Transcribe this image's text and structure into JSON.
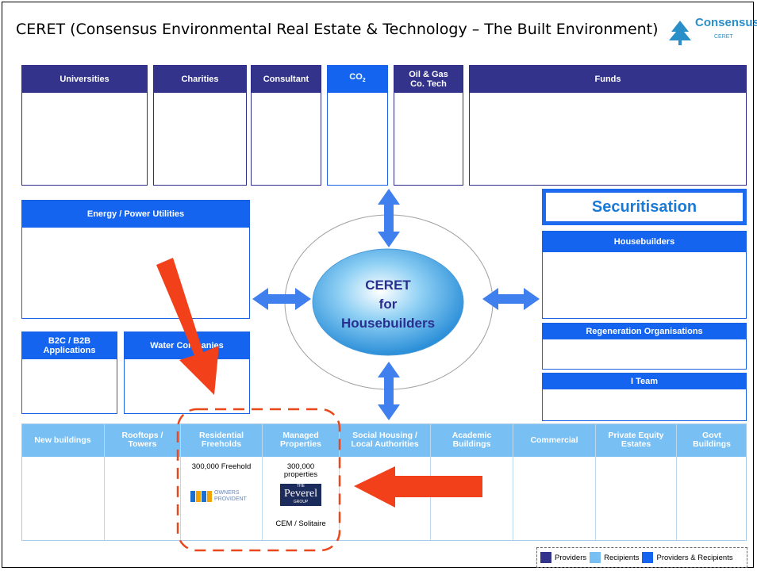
{
  "title": "CERET (Consensus Environmental Real Estate & Technology – The Built Environment)",
  "logo": {
    "name": "Consensus",
    "sub": "CERET"
  },
  "top_boxes": {
    "universities": "Universities",
    "charities": "Charities",
    "consultant": "Consultant",
    "co2_main": "CO",
    "co2_sub": "2",
    "oil_gas_line1": "Oil & Gas",
    "oil_gas_line2": "Co. Tech",
    "funds": "Funds"
  },
  "left_boxes": {
    "energy": "Energy / Power Utilities",
    "b2c_line1": "B2C  / B2B",
    "b2c_line2": "Applications",
    "water": "Water Companies"
  },
  "right_boxes": {
    "securitisation": "Securitisation",
    "housebuilders": "Housebuilders",
    "regeneration": "Regeneration Organisations",
    "iteam": "I Team"
  },
  "center": {
    "line1": "CERET",
    "line2": "for",
    "line3": "Housebuilders"
  },
  "bottom_columns": {
    "new_buildings": "New buildings",
    "rooftops_1": "Rooftops /",
    "rooftops_2": "Towers",
    "residential_1": "Residential",
    "residential_2": "Freeholds",
    "managed_1": "Managed",
    "managed_2": "Properties",
    "social_1": "Social Housing /",
    "social_2": "Local Authorities",
    "academic_1": "Academic",
    "academic_2": "Buildings",
    "commercial": "Commercial",
    "private_1": "Private Equity",
    "private_2": "Estates",
    "govt_1": "Govt",
    "govt_2": "Buildings"
  },
  "cells": {
    "residential_count": "300,000 Freehold",
    "owners_provident_1": "OWNERS",
    "owners_provident_2": "PROVIDENT",
    "managed_count_1": "300,000",
    "managed_count_2": "properties",
    "peverel_small": "THE",
    "peverel": "Peverel",
    "peverel_group": "GROUP",
    "managed_note": "CEM / Solitaire"
  },
  "legend": {
    "providers": "Providers",
    "recipients": "Recipients",
    "both": "Providers & Recipients"
  },
  "colors": {
    "provider": "#33338c",
    "recipient": "#78bff4",
    "both": "#1464f0",
    "arrow_red": "#f2401a",
    "arrow_blue": "#3f7fee",
    "dashed_red": "#e8481c"
  }
}
